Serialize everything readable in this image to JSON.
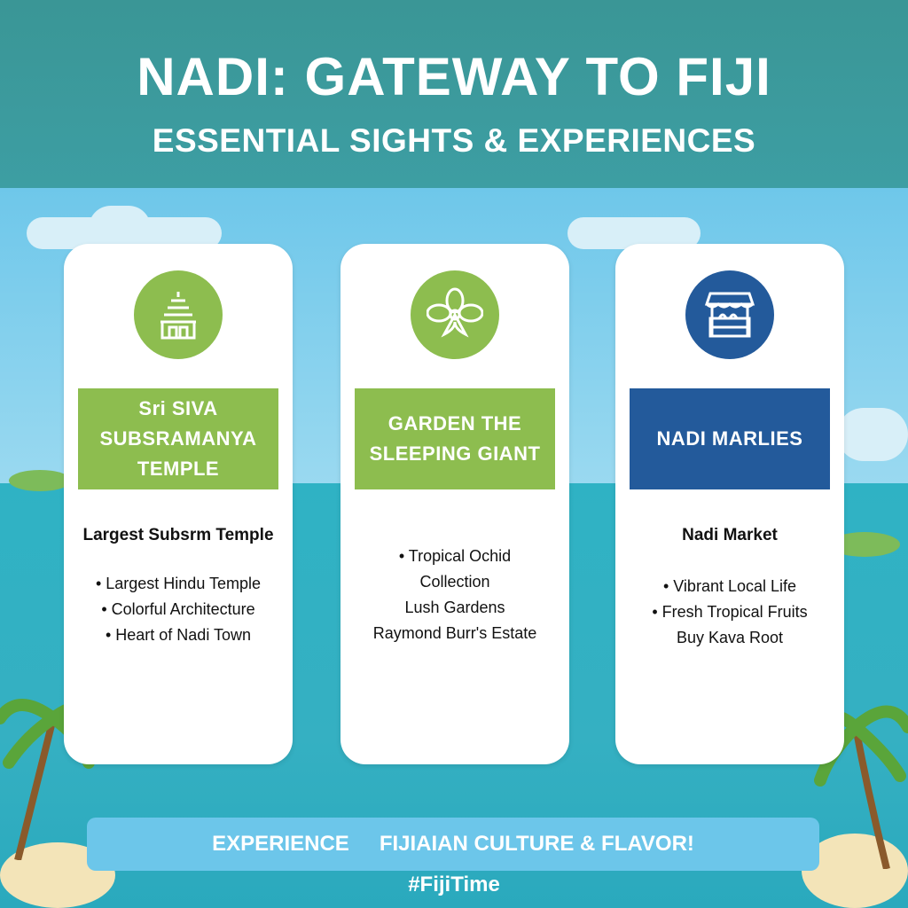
{
  "header": {
    "title": "NADI: GATEWAY TO FIJI",
    "subtitle": "ESSENTIAL SIGHTS & EXPERIENCES"
  },
  "cards": [
    {
      "icon": "temple-icon",
      "label": "Sri SIVA SUBSRAMANYA TEMPLE",
      "heading": "Largest Subsrm Temple",
      "bullets": [
        "• Largest Hindu Temple",
        "• Colorful Architecture",
        "• Heart of Nadi Town"
      ],
      "color": "#8dbd4f"
    },
    {
      "icon": "orchid-icon",
      "label": "GARDEN THE SLEEPING GIANT",
      "bullets": [
        "• Tropical Ochid",
        "Collection",
        "Lush Gardens",
        "Raymond Burr's Estate"
      ],
      "color": "#8dbd4f"
    },
    {
      "icon": "market-stall-icon",
      "label": "NADI MARLIES",
      "heading": "Nadi Market",
      "bullets": [
        "• Vibrant Local Life",
        "• Fresh Tropical Fruits",
        "Buy Kava Root"
      ],
      "color": "#235a9b"
    }
  ],
  "banner": {
    "part1": "EXPERIENCE",
    "part2": "FIJIAIAN CULTURE & FLAVOR!"
  },
  "hashtag": "#FijiTime"
}
